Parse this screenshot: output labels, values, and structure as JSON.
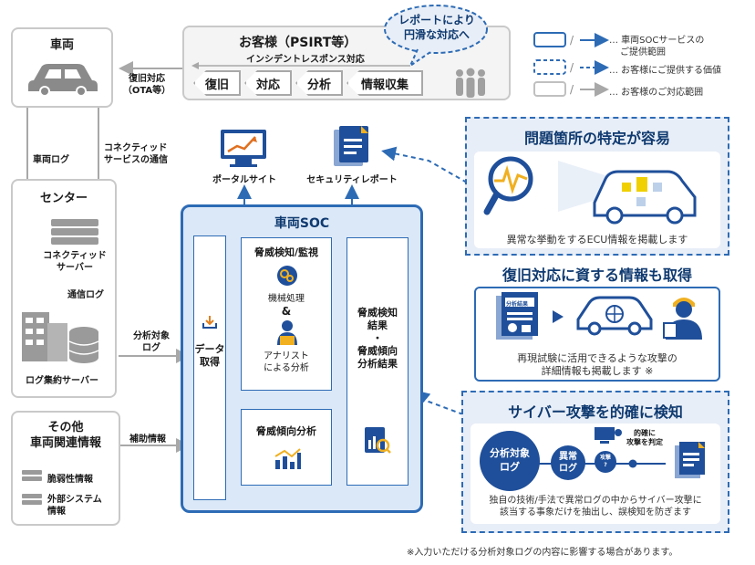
{
  "vehicle": {
    "title": "車両"
  },
  "customer": {
    "title": "お客様（PSIRT等）",
    "subtitle": "インシデントレスポンス対応",
    "steps": [
      "復旧",
      "対応",
      "分析",
      "情報収集"
    ]
  },
  "bubble": {
    "line1": "レポートにより",
    "line2": "円滑な対応へ"
  },
  "legend": {
    "soc": "… 車両SOCサービスの",
    "soc2": "ご提供範囲",
    "value": "… お客様にご提供する価値",
    "customer": "… お客様のご対応範囲"
  },
  "labels": {
    "ota1": "復旧対応",
    "ota2": "（OTA等）",
    "vehicle_log": "車両ログ",
    "connected1": "コネクティッド",
    "connected2": "サービスの通信",
    "analysis_log1": "分析対象",
    "analysis_log2": "ログ",
    "aux": "補助情報"
  },
  "center": {
    "title": "センター",
    "connected1": "コネクティッド",
    "connected2": "サーバー",
    "comm_log": "通信ログ",
    "log_server": "ログ集約サーバー"
  },
  "other": {
    "title1": "その他",
    "title2": "車両関連情報",
    "item1": "脆弱性情報",
    "item2": "外部システム",
    "item2b": "情報"
  },
  "outputs": {
    "portal": "ポータルサイト",
    "report": "セキュリティレポート"
  },
  "soc": {
    "title": "車両SOC",
    "data_get1": "データ",
    "data_get2": "取得",
    "detect_title": "脅威検知/監視",
    "machine": "機械処理",
    "amp": "&",
    "analyst1": "アナリスト",
    "analyst2": "による分析",
    "trend": "脅威傾向分析",
    "result1": "脅威検知",
    "result2": "結果",
    "result3": "・",
    "result4": "脅威傾向",
    "result5": "分析結果"
  },
  "panel1": {
    "title": "問題箇所の特定が容易",
    "caption": "異常な挙動をするECU情報を掲載します"
  },
  "panel2": {
    "title": "復旧対応に資する情報も取得",
    "doc_label": "分析結果",
    "caption1": "再現試験に活用できるような攻撃の",
    "caption2": "詳細情報も掲載します ※"
  },
  "panel3": {
    "title": "サイバー攻撃を的確に検知",
    "circle1a": "分析対象",
    "circle1b": "ログ",
    "circle2a": "異常",
    "circle2b": "ログ",
    "circle3a": "攻撃",
    "circle3b": "?",
    "judge1": "的確に",
    "judge2": "攻撃を判定",
    "caption1": "独自の技術/手法で異常ログの中からサイバー攻撃に",
    "caption2": "該当する事象だけを抽出し、誤検知を防ぎます"
  },
  "footnote": "※入力いただける分析対象ログの内容に影響する場合があります。",
  "colors": {
    "soc_blue": "#2d6bb5",
    "dark_navy": "#0f3a70",
    "grey": "#b5b5b5",
    "panel_bg": "#e8eef7"
  }
}
